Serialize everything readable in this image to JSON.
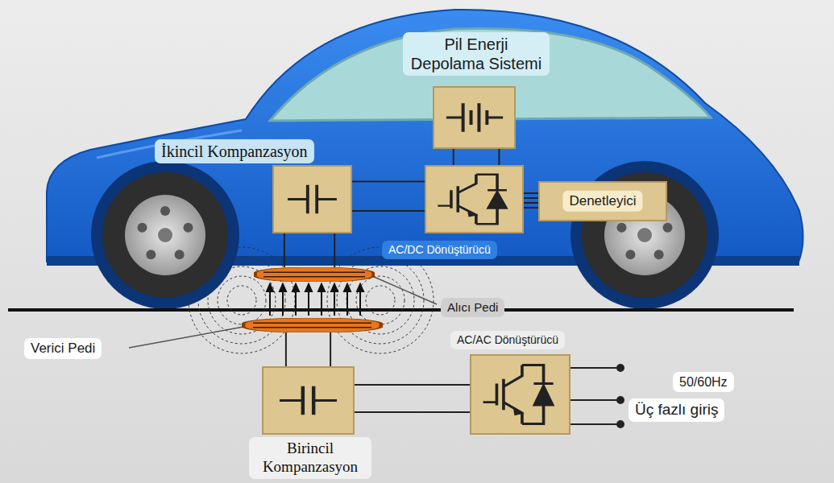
{
  "diagram": {
    "nodes": [
      {
        "text": [
          "Pil Enerji Depolama Sistemi"
        ]
      },
      {
        "text": [
          "İkincil Kompanzasyon"
        ]
      },
      {
        "text": [
          "AC/DC Dönüştürücü"
        ]
      },
      {
        "text": [
          "Denetleyici"
        ]
      },
      {
        "text": [
          "Alıcı Pedi"
        ]
      },
      {
        "text": [
          "Verici Pedi"
        ]
      },
      {
        "text": [
          "AC/AC Dönüştürücü"
        ]
      },
      {
        "text": [
          "Birincil Kompanzasyon"
        ]
      }
    ],
    "edges": [
      {
        "from": 0,
        "to": 2,
        "arrow": "none"
      },
      {
        "from": 1,
        "to": 2,
        "arrow": "none"
      },
      {
        "from": 2,
        "to": 3,
        "arrow": "none"
      },
      {
        "from": 1,
        "to": 4,
        "arrow": "none"
      },
      {
        "from": 5,
        "to": 7,
        "arrow": "none"
      },
      {
        "from": 7,
        "to": 6,
        "arrow": "none"
      }
    ],
    "labels": [
      "50/60Hz",
      "Üç fazlı giriş"
    ]
  }
}
